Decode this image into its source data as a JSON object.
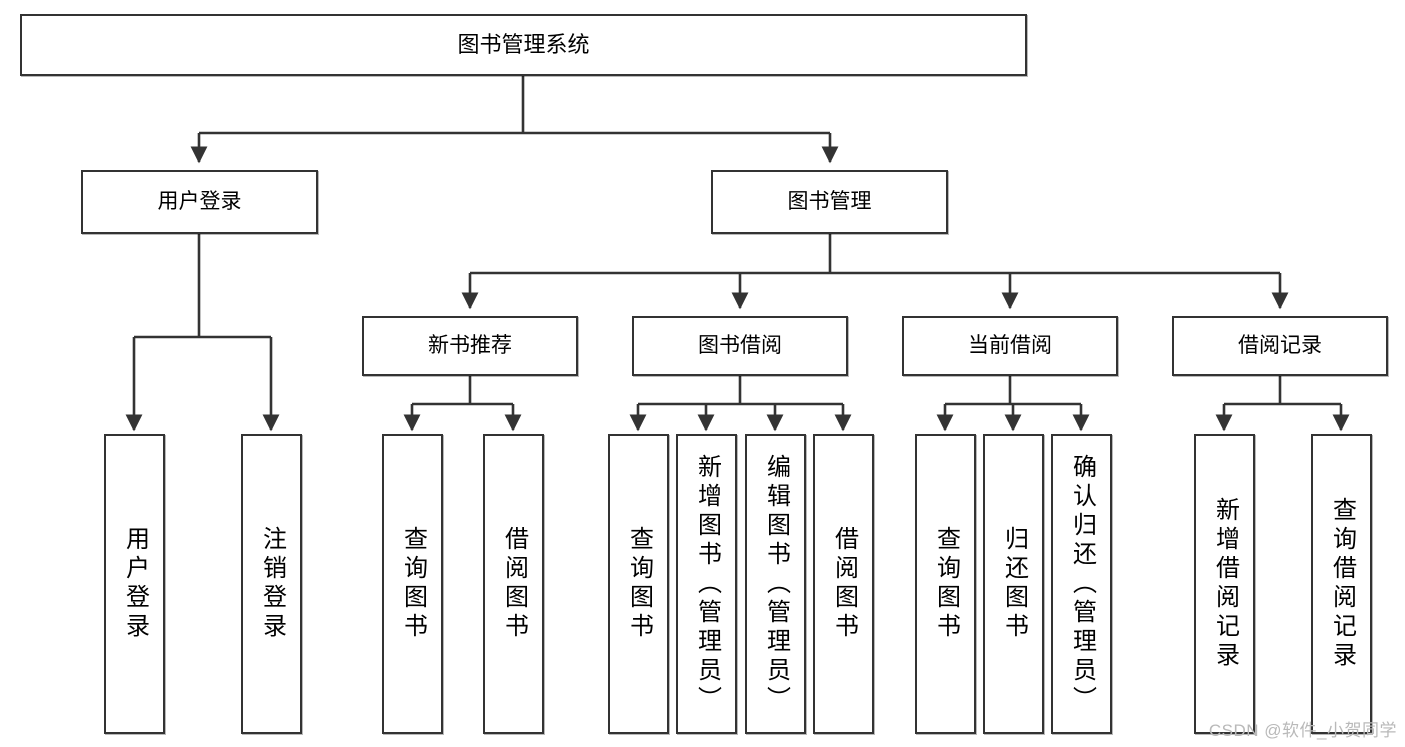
{
  "diagram": {
    "title": "图书管理系统",
    "type": "tree-hierarchy",
    "colors": {
      "box_border": "#333333",
      "box_fill": "#ffffff",
      "connector": "#333333",
      "text": "#000000",
      "watermark": "#b9b9b9",
      "background": "#ffffff"
    },
    "root": {
      "label": "图书管理系统"
    },
    "level2": [
      {
        "label": "用户登录"
      },
      {
        "label": "图书管理"
      }
    ],
    "level3": [
      {
        "label": "新书推荐"
      },
      {
        "label": "图书借阅"
      },
      {
        "label": "当前借阅"
      },
      {
        "label": "借阅记录"
      }
    ],
    "leaves": {
      "user_login": [
        {
          "label": "用户登录"
        },
        {
          "label": "注销登录"
        }
      ],
      "new_book_recommend": [
        {
          "label": "查询图书"
        },
        {
          "label": "借阅图书"
        }
      ],
      "book_borrow": [
        {
          "label": "查询图书"
        },
        {
          "label": "新增图书（管理员）"
        },
        {
          "label": "编辑图书（管理员）"
        },
        {
          "label": "借阅图书"
        }
      ],
      "current_borrow": [
        {
          "label": "查询图书"
        },
        {
          "label": "归还图书"
        },
        {
          "label": "确认归还（管理员）"
        }
      ],
      "borrow_record": [
        {
          "label": "新增借阅记录"
        },
        {
          "label": "查询借阅记录"
        }
      ]
    }
  },
  "watermark": {
    "text": "CSDN @软件_小贺同学"
  }
}
